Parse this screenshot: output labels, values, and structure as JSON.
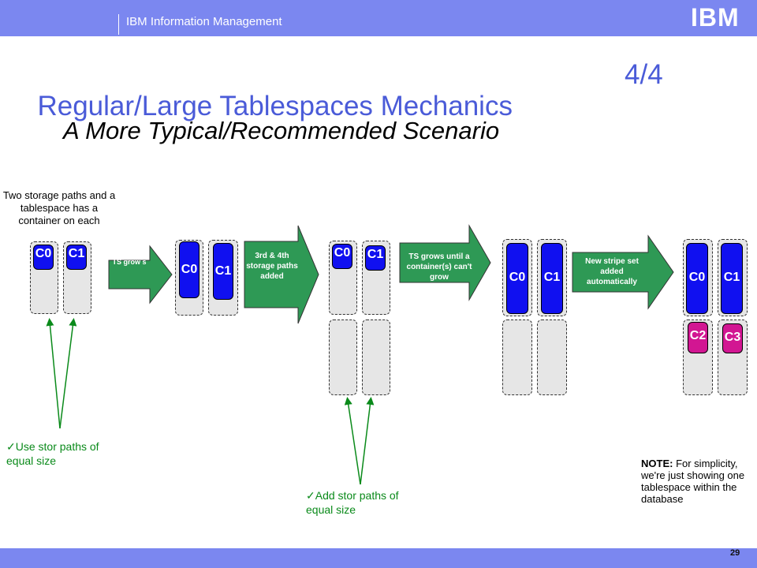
{
  "header": {
    "brand": "IBM Information Management",
    "logo": "IBM"
  },
  "slide": {
    "title": "Regular/Large Tablespaces Mechanics",
    "title_fraction": "4/4",
    "subtitle": "A More Typical/Recommended Scenario",
    "page_number": "29"
  },
  "captions": {
    "intro": "Two storage paths and a tablespace has a container on each",
    "equal_size": "Use stor paths of equal size",
    "add_equal": "Add stor  paths of equal size",
    "note_bold": "NOTE:",
    "note_rest": " For simplicity, we're just showing one tablespace within the database"
  },
  "arrows": {
    "a1": "TS grow s",
    "a2_line1": "3rd & 4th",
    "a2_rest": "storage paths added",
    "a3": "TS grows until a container(s) can't grow",
    "a4": "New stripe set added automatically"
  },
  "containers": {
    "c0": "C0",
    "c1": "C1",
    "c2": "C2",
    "c3": "C3"
  },
  "colors": {
    "header_bar": "#7b87f0",
    "title": "#4a5bd8",
    "container_blue": "#1010f0",
    "container_magenta": "#d21692",
    "arrow_green": "#2e9955",
    "note_green": "#0a8a1a"
  }
}
